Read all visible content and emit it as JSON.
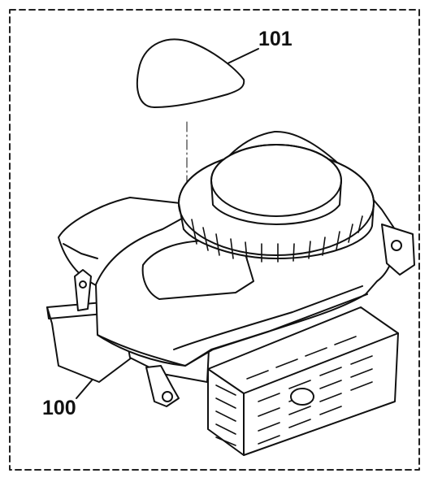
{
  "parts": [
    {
      "number": "101",
      "part": "air-filter-element"
    },
    {
      "number": "100",
      "part": "engine-assembly"
    }
  ],
  "colors": {
    "line": "#111111",
    "fill": "#ffffff",
    "frame": "#222222"
  }
}
